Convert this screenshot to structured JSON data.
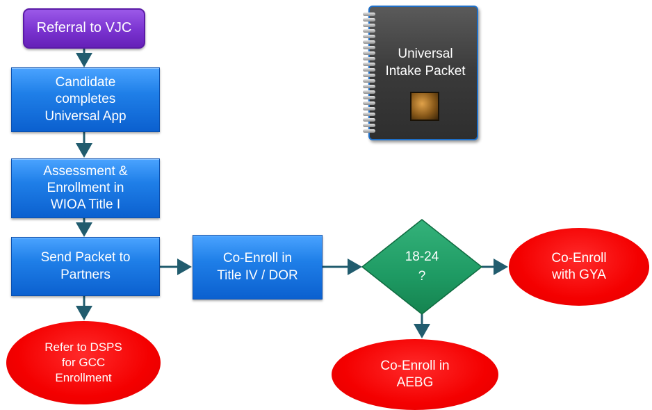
{
  "diagram": {
    "nodes": {
      "referral": "Referral to VJC",
      "universal_app": "Candidate\ncompletes\nUniversal App",
      "assessment": "Assessment &\nEnrollment in\nWIOA Title I",
      "send_packet": "Send Packet to\nPartners",
      "co_enroll_title_iv": "Co-Enroll in\nTitle IV / DOR",
      "decision_age": "18-24\n?",
      "co_enroll_gya": "Co-Enroll\nwith GYA",
      "co_enroll_aebg": "Co-Enroll in\nAEBG",
      "refer_dsps": "Refer to DSPS\nfor GCC\nEnrollment"
    },
    "notebook_title": "Universal\nIntake Packet",
    "edges": [
      {
        "from": "referral",
        "to": "universal_app"
      },
      {
        "from": "universal_app",
        "to": "assessment"
      },
      {
        "from": "assessment",
        "to": "send_packet"
      },
      {
        "from": "send_packet",
        "to": "co_enroll_title_iv"
      },
      {
        "from": "send_packet",
        "to": "refer_dsps"
      },
      {
        "from": "co_enroll_title_iv",
        "to": "decision_age"
      },
      {
        "from": "decision_age",
        "to": "co_enroll_gya"
      },
      {
        "from": "decision_age",
        "to": "co_enroll_aebg"
      }
    ],
    "colors": {
      "process_box": "#1f7fe8",
      "start_box": "#7a33d0",
      "terminal_oval": "#f40000",
      "decision_diamond": "#1e9a63",
      "arrow": "#215c6e"
    },
    "icons": {
      "notebook": "spiral-notebook-icon"
    }
  }
}
